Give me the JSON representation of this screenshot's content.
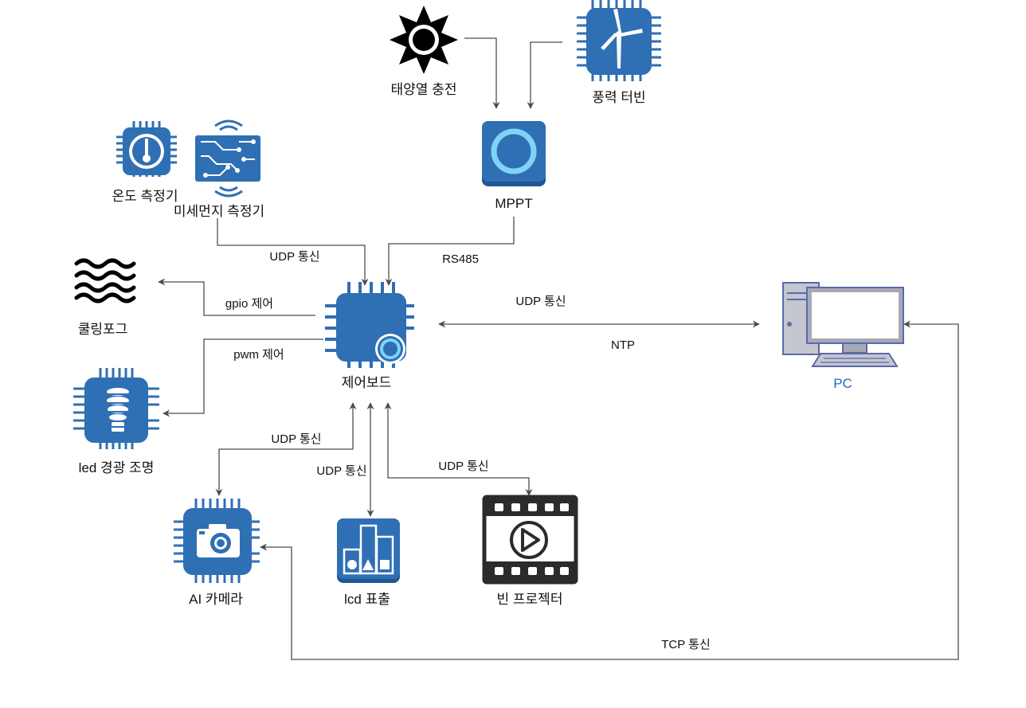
{
  "nodes": {
    "solar": {
      "label": "태양열 충전",
      "icon": "sun-icon"
    },
    "wind": {
      "label": "풍력 터빈",
      "icon": "wind-turbine-chip-icon"
    },
    "mppt": {
      "label": "MPPT",
      "icon": "mppt-module-icon"
    },
    "temp": {
      "label": "온도 측정기",
      "icon": "thermometer-chip-icon"
    },
    "dust": {
      "label": "미세먼지 측정기",
      "icon": "circuit-sensor-icon"
    },
    "fog": {
      "label": "쿨링포그",
      "icon": "fog-waves-icon"
    },
    "board": {
      "label": "제어보드",
      "icon": "control-board-chip-icon"
    },
    "pc": {
      "label": "PC",
      "icon": "desktop-computer-icon"
    },
    "led": {
      "label": "led 경광 조명",
      "icon": "bulb-chip-icon"
    },
    "camera": {
      "label": "AI 카메라",
      "icon": "camera-chip-icon"
    },
    "lcd": {
      "label": "lcd 표출",
      "icon": "lcd-chart-icon"
    },
    "projector": {
      "label": "빈 프로젝터",
      "icon": "video-film-icon"
    }
  },
  "edges": {
    "sensors_udp": "UDP 통신",
    "rs485": "RS485",
    "gpio": "gpio 제어",
    "pwm": "pwm 제어",
    "pc_udp": "UDP 통신",
    "ntp": "NTP",
    "camera_udp": "UDP 통신",
    "lcd_udp": "UDP 통신",
    "projector_udp": "UDP 통신",
    "tcp": "TCP 통신"
  },
  "colors": {
    "chip_blue": "#2f6fb4",
    "chip_dark": "#1f5694",
    "line": "#4d4d4d",
    "pc_gray": "#a6a9b8",
    "pc_outline": "#5a6aa8",
    "pc_label": "#1f6fbf"
  }
}
